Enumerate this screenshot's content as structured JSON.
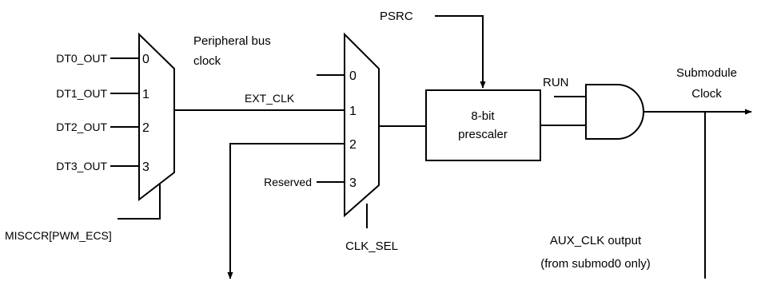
{
  "mux1": {
    "inputs": [
      "DT0_OUT",
      "DT1_OUT",
      "DT2_OUT",
      "DT3_OUT"
    ],
    "port_numbers": [
      "0",
      "1",
      "2",
      "3"
    ],
    "select_label": "MISCCR[PWM_ECS]"
  },
  "mux2": {
    "port_numbers": [
      "0",
      "1",
      "2",
      "3"
    ],
    "peripheral_bus_clock": [
      "Peripheral bus",
      "clock"
    ],
    "ext_clk_label": "EXT_CLK",
    "reserved_label": "Reserved",
    "select_label": "CLK_SEL"
  },
  "prescaler": {
    "lines": [
      "8-bit",
      "prescaler"
    ],
    "psrc_label": "PSRC"
  },
  "and_gate": {
    "run_label": "RUN"
  },
  "output": {
    "submodule_clock": [
      "Submodule",
      "Clock"
    ],
    "aux_clk": [
      "AUX_CLK output",
      "(from submod0 only)"
    ]
  }
}
